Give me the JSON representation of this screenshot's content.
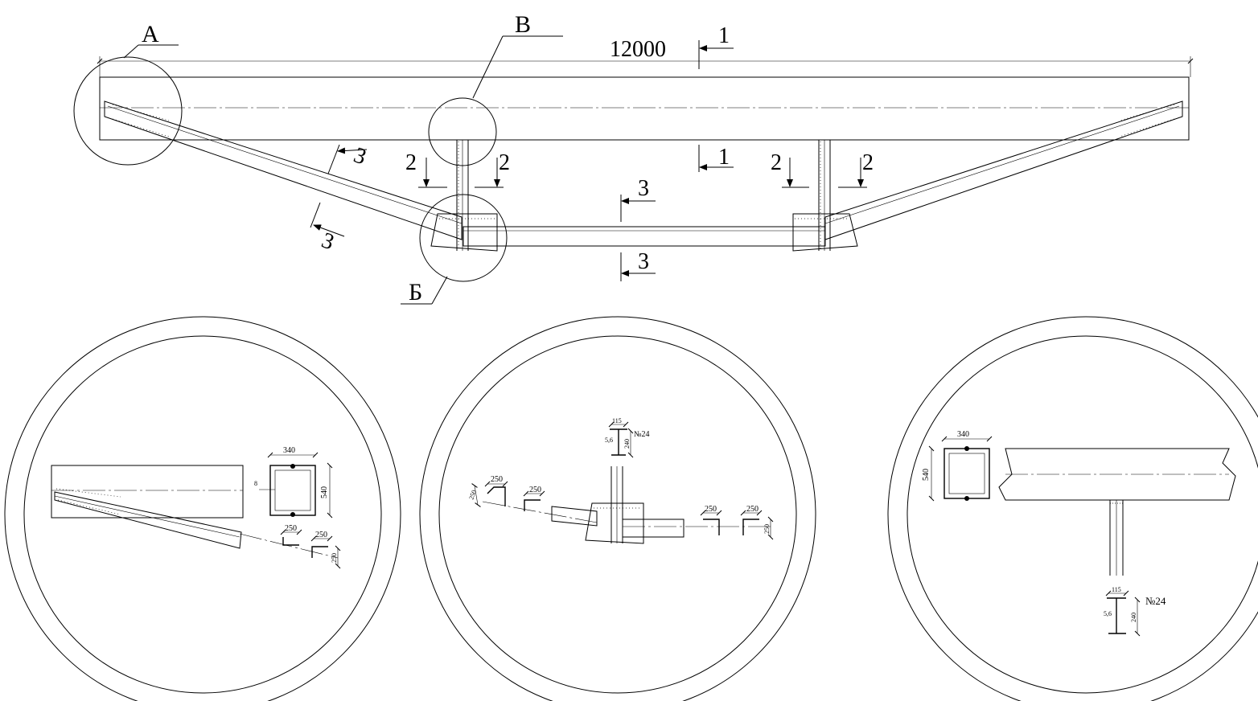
{
  "overall_length": "12000",
  "callouts": {
    "a": "А",
    "b": "Б",
    "v": "В"
  },
  "sections": {
    "s1": "1",
    "s2": "2",
    "s3": "3"
  },
  "detail_a": {
    "width": "340",
    "height": "540",
    "thickness": "8",
    "angle_leg_1": "250",
    "angle_leg_2": "250",
    "angle_side": "250"
  },
  "detail_b": {
    "flange_width": "115",
    "web": "5,6",
    "depth": "240",
    "profile": "№24",
    "angle_1": "250",
    "angle_2": "250",
    "angle_3": "250",
    "angle_4": "250",
    "angle_side_l": "250",
    "angle_side_r": "250"
  },
  "detail_v": {
    "width": "340",
    "height": "540",
    "flange_width": "115",
    "web": "5,6",
    "depth": "240",
    "profile": "№24"
  }
}
